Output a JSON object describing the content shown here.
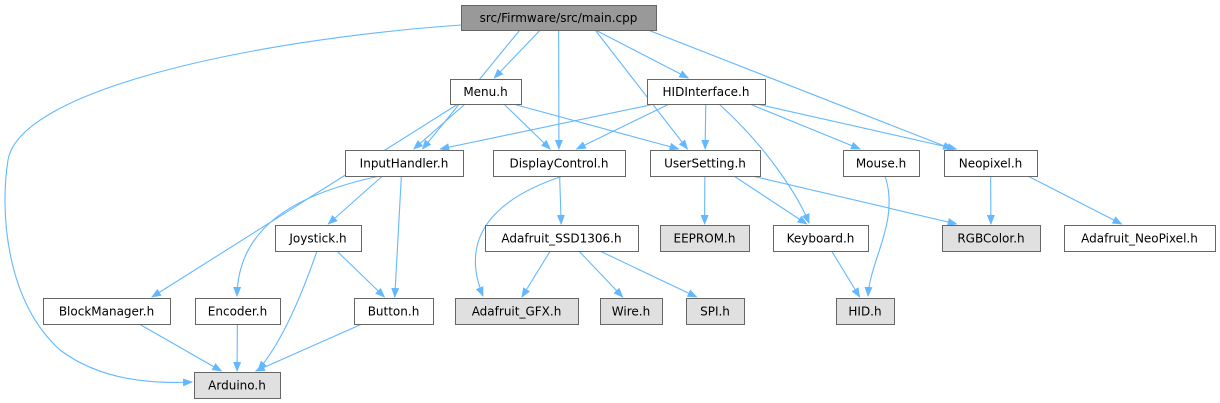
{
  "colors": {
    "edge": "#63b8ff",
    "root_fill": "#999999",
    "source_fill": "#ffffff",
    "external_fill": "#e0e0e0",
    "border": "#666666"
  },
  "nodes": [
    {
      "id": "main",
      "label": "src/Firmware/src/main.cpp",
      "kind": "root"
    },
    {
      "id": "menu",
      "label": "Menu.h",
      "kind": "source"
    },
    {
      "id": "hid_interface",
      "label": "HIDInterface.h",
      "kind": "source"
    },
    {
      "id": "input_handler",
      "label": "InputHandler.h",
      "kind": "source"
    },
    {
      "id": "display_control",
      "label": "DisplayControl.h",
      "kind": "source"
    },
    {
      "id": "user_setting",
      "label": "UserSetting.h",
      "kind": "source"
    },
    {
      "id": "mouse",
      "label": "Mouse.h",
      "kind": "source"
    },
    {
      "id": "neopixel",
      "label": "Neopixel.h",
      "kind": "source"
    },
    {
      "id": "joystick",
      "label": "Joystick.h",
      "kind": "source"
    },
    {
      "id": "adafruit_ssd1306",
      "label": "Adafruit_SSD1306.h",
      "kind": "source"
    },
    {
      "id": "eeprom",
      "label": "EEPROM.h",
      "kind": "external"
    },
    {
      "id": "keyboard",
      "label": "Keyboard.h",
      "kind": "source"
    },
    {
      "id": "rgbcolor",
      "label": "RGBColor.h",
      "kind": "external"
    },
    {
      "id": "adafruit_neopixel",
      "label": "Adafruit_NeoPixel.h",
      "kind": "source"
    },
    {
      "id": "block_manager",
      "label": "BlockManager.h",
      "kind": "source"
    },
    {
      "id": "encoder",
      "label": "Encoder.h",
      "kind": "source"
    },
    {
      "id": "button",
      "label": "Button.h",
      "kind": "source"
    },
    {
      "id": "adafruit_gfx",
      "label": "Adafruit_GFX.h",
      "kind": "external"
    },
    {
      "id": "wire",
      "label": "Wire.h",
      "kind": "external"
    },
    {
      "id": "spi",
      "label": "SPI.h",
      "kind": "external"
    },
    {
      "id": "hid",
      "label": "HID.h",
      "kind": "external"
    },
    {
      "id": "arduino",
      "label": "Arduino.h",
      "kind": "external"
    }
  ],
  "edges": [
    [
      "main",
      "arduino"
    ],
    [
      "main",
      "input_handler"
    ],
    [
      "main",
      "menu"
    ],
    [
      "main",
      "display_control"
    ],
    [
      "main",
      "user_setting"
    ],
    [
      "main",
      "hid_interface"
    ],
    [
      "main",
      "neopixel"
    ],
    [
      "menu",
      "block_manager"
    ],
    [
      "menu",
      "input_handler"
    ],
    [
      "menu",
      "display_control"
    ],
    [
      "menu",
      "user_setting"
    ],
    [
      "hid_interface",
      "input_handler"
    ],
    [
      "hid_interface",
      "display_control"
    ],
    [
      "hid_interface",
      "user_setting"
    ],
    [
      "hid_interface",
      "mouse"
    ],
    [
      "hid_interface",
      "neopixel"
    ],
    [
      "hid_interface",
      "keyboard"
    ],
    [
      "input_handler",
      "encoder"
    ],
    [
      "input_handler",
      "joystick"
    ],
    [
      "input_handler",
      "button"
    ],
    [
      "display_control",
      "adafruit_gfx"
    ],
    [
      "display_control",
      "adafruit_ssd1306"
    ],
    [
      "user_setting",
      "eeprom"
    ],
    [
      "user_setting",
      "keyboard"
    ],
    [
      "user_setting",
      "rgbcolor"
    ],
    [
      "mouse",
      "hid"
    ],
    [
      "neopixel",
      "rgbcolor"
    ],
    [
      "neopixel",
      "adafruit_neopixel"
    ],
    [
      "joystick",
      "arduino"
    ],
    [
      "joystick",
      "button"
    ],
    [
      "adafruit_ssd1306",
      "adafruit_gfx"
    ],
    [
      "adafruit_ssd1306",
      "wire"
    ],
    [
      "adafruit_ssd1306",
      "spi"
    ],
    [
      "keyboard",
      "hid"
    ],
    [
      "block_manager",
      "arduino"
    ],
    [
      "encoder",
      "arduino"
    ],
    [
      "button",
      "arduino"
    ]
  ]
}
